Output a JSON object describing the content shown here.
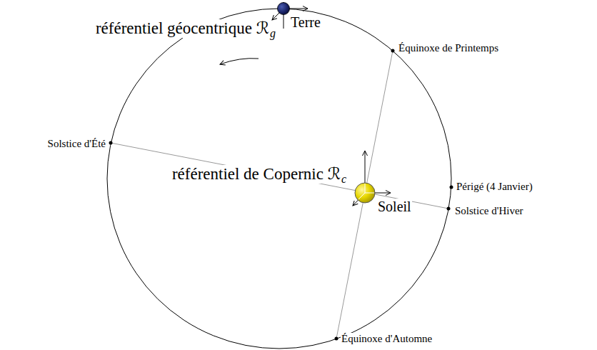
{
  "diagram": {
    "labels": [
      "référentiel géocentrique ℛ",
      "g",
      "Terre",
      "Équinoxe de Printemps",
      "Solstice d'Été",
      "référentiel de Copernic ℛ",
      "c",
      "Soleil",
      "Périgé (4 Janvier)",
      "Solstice d'Hiver",
      "Équinoxe d'Automne"
    ]
  }
}
